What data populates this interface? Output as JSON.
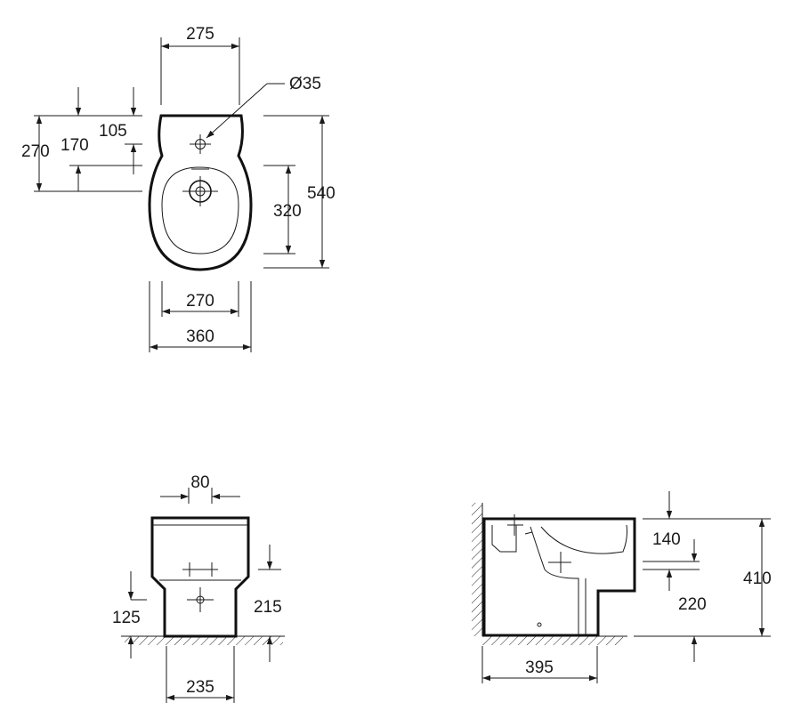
{
  "top_view": {
    "width_top": "275",
    "hole_diameter": "Ø35",
    "from_front_inner": "105",
    "tap_offset": "170",
    "tap_to_center": "270",
    "length_total": "540",
    "bowl_length": "320",
    "bowl_width": "270",
    "width_total": "360"
  },
  "front_view": {
    "top_width": "80",
    "inlet_height": "125",
    "height_mid": "215",
    "base_width": "235"
  },
  "side_view": {
    "top_offset": "140",
    "height_total": "410",
    "outlet_height": "220",
    "depth": "395"
  }
}
